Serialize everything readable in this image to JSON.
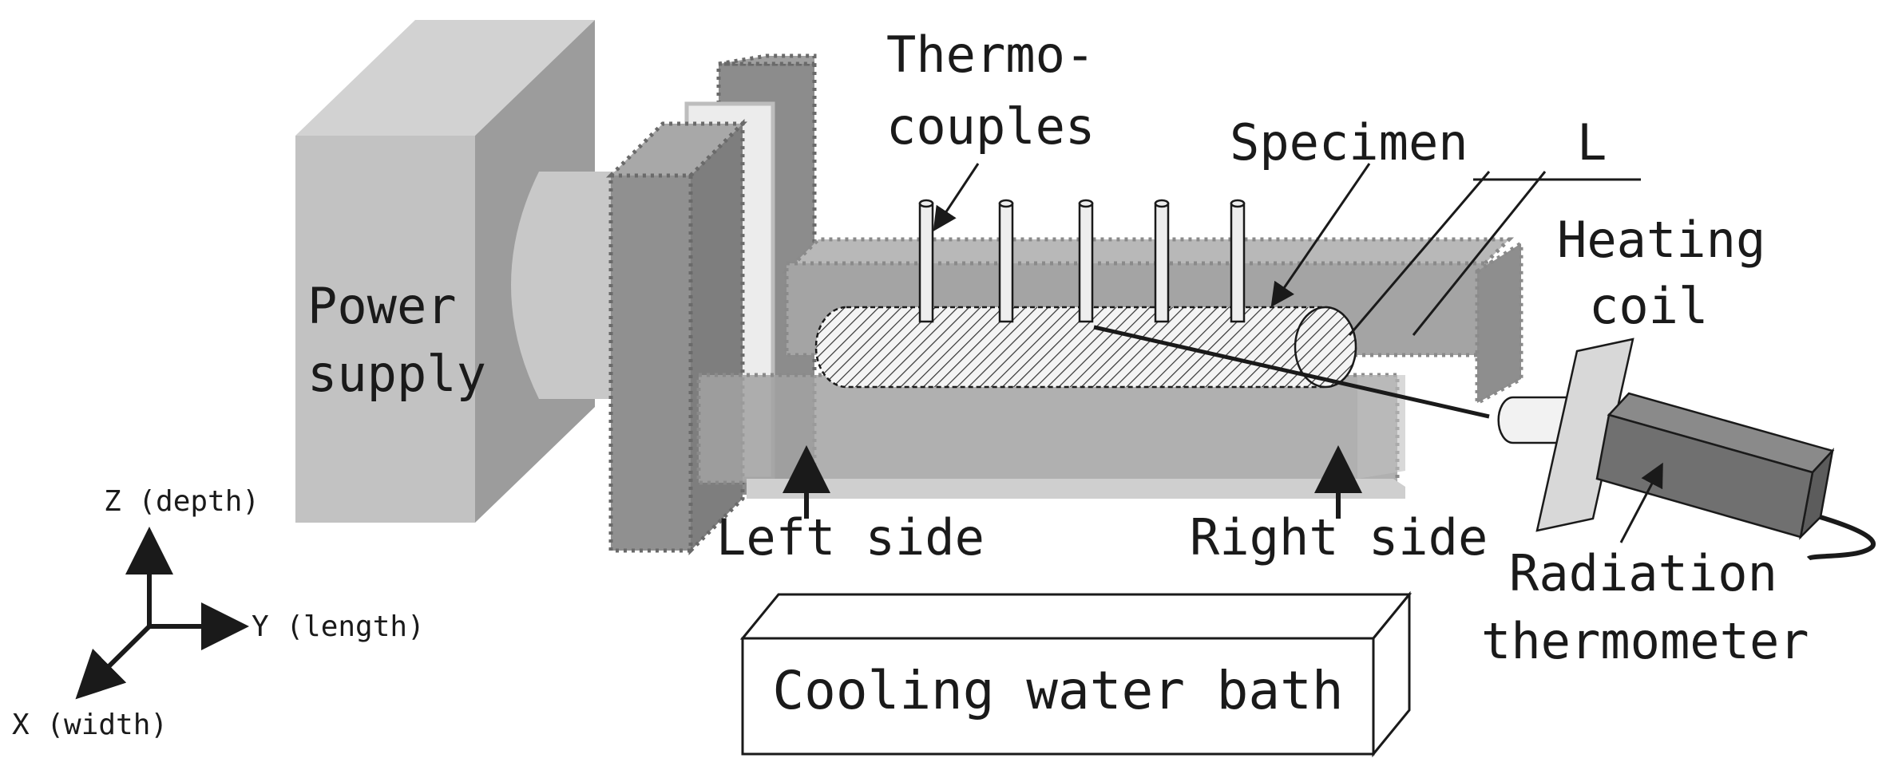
{
  "labels": {
    "thermocouples_line1": "Thermo-",
    "thermocouples_line2": "couples",
    "specimen": "Specimen",
    "length": "L",
    "heating_coil_line1": "Heating",
    "heating_coil_line2": "coil",
    "power_supply_line1": "Power",
    "power_supply_line2": "supply",
    "left_side": "Left side",
    "right_side": "Right side",
    "radiation_line1": "Radiation",
    "radiation_line2": "thermometer",
    "cooling_bath": "Cooling water bath"
  },
  "axes": {
    "z": "Z (depth)",
    "y": "Y (length)",
    "x": "X (width)"
  },
  "colors": {
    "power_light": "#c4c4c4",
    "power_mid": "#b0b0b0",
    "power_dark": "#9a9a9a",
    "plate_dark": "#8a8a8a",
    "coil_gray": "#a6a6a6",
    "rod": "#eeeeee",
    "outline": "#1a1a1a"
  }
}
